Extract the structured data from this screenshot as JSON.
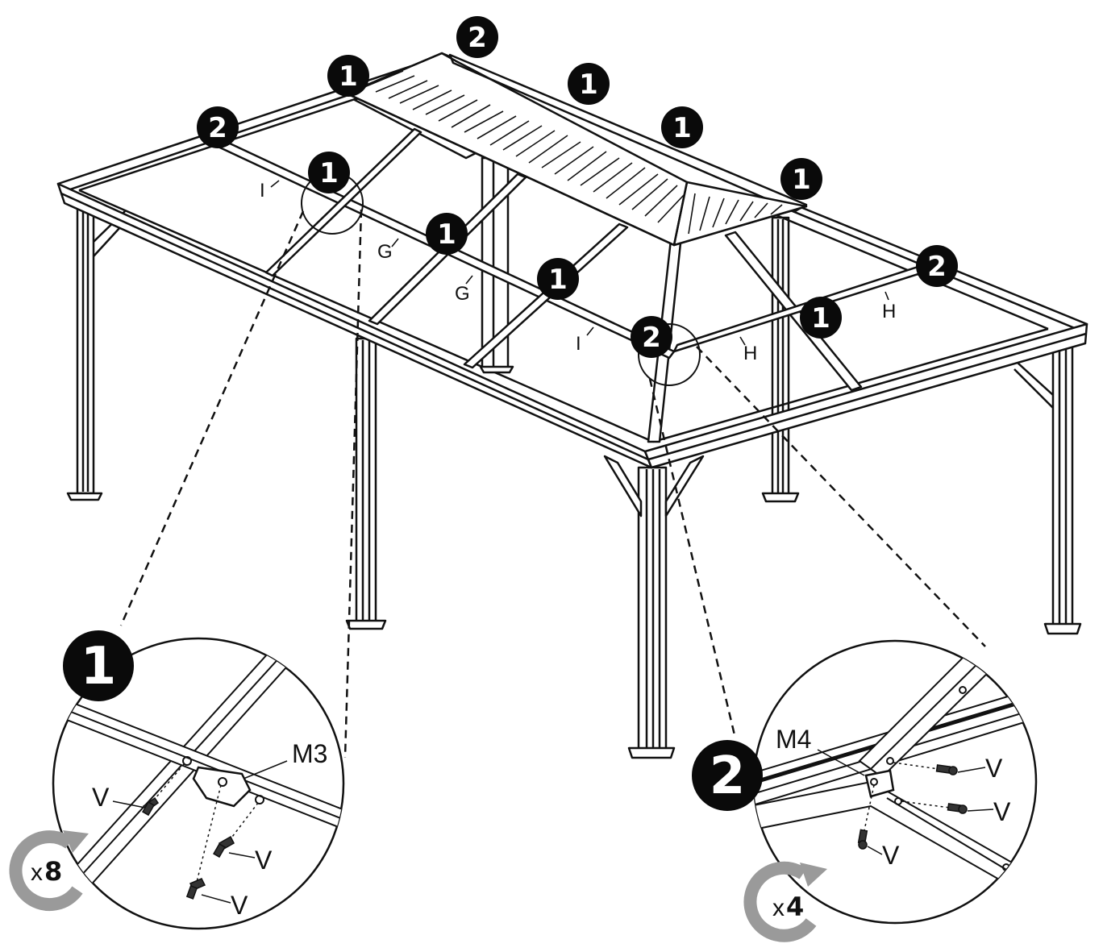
{
  "badges": {
    "one": "1",
    "two": "2"
  },
  "part_labels": {
    "g": "G",
    "h": "H",
    "i": "I"
  },
  "detail_1": {
    "badge": "1",
    "part": "M3",
    "screw": "V",
    "count_prefix": "x",
    "count_value": "8"
  },
  "detail_2": {
    "badge": "2",
    "part": "M4",
    "screw": "V",
    "count_prefix": "x",
    "count_value": "4"
  },
  "colors": {
    "line": "#111111",
    "badge_fill": "#0a0a0a",
    "rotate_arrow": "#9a9a9a"
  }
}
